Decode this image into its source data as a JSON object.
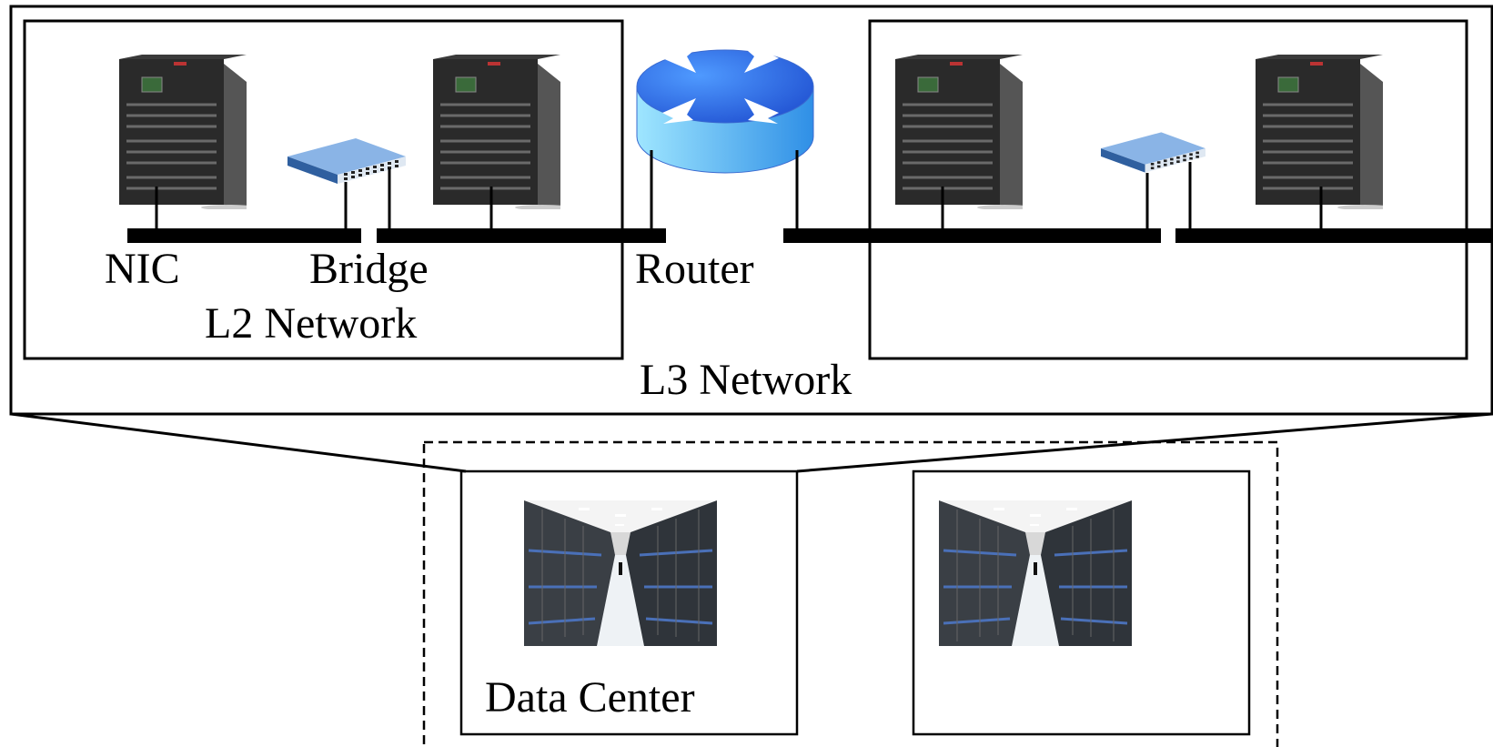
{
  "labels": {
    "nic": "NIC",
    "bridge": "Bridge",
    "l2_network": "L2 Network",
    "router": "Router",
    "l3_network": "L3 Network",
    "data_center": "Data Center"
  },
  "icons": {
    "server": "server-tower-icon",
    "bridge": "network-switch-icon",
    "router": "router-icon",
    "data_center_photo": "data-center-aisle-image"
  },
  "colors": {
    "line": "#000000",
    "router_top": "#2f6fe8",
    "router_side": "#6ac8f8",
    "bridge_body": "#4f86c6",
    "server_body": "#2a2a2a"
  }
}
